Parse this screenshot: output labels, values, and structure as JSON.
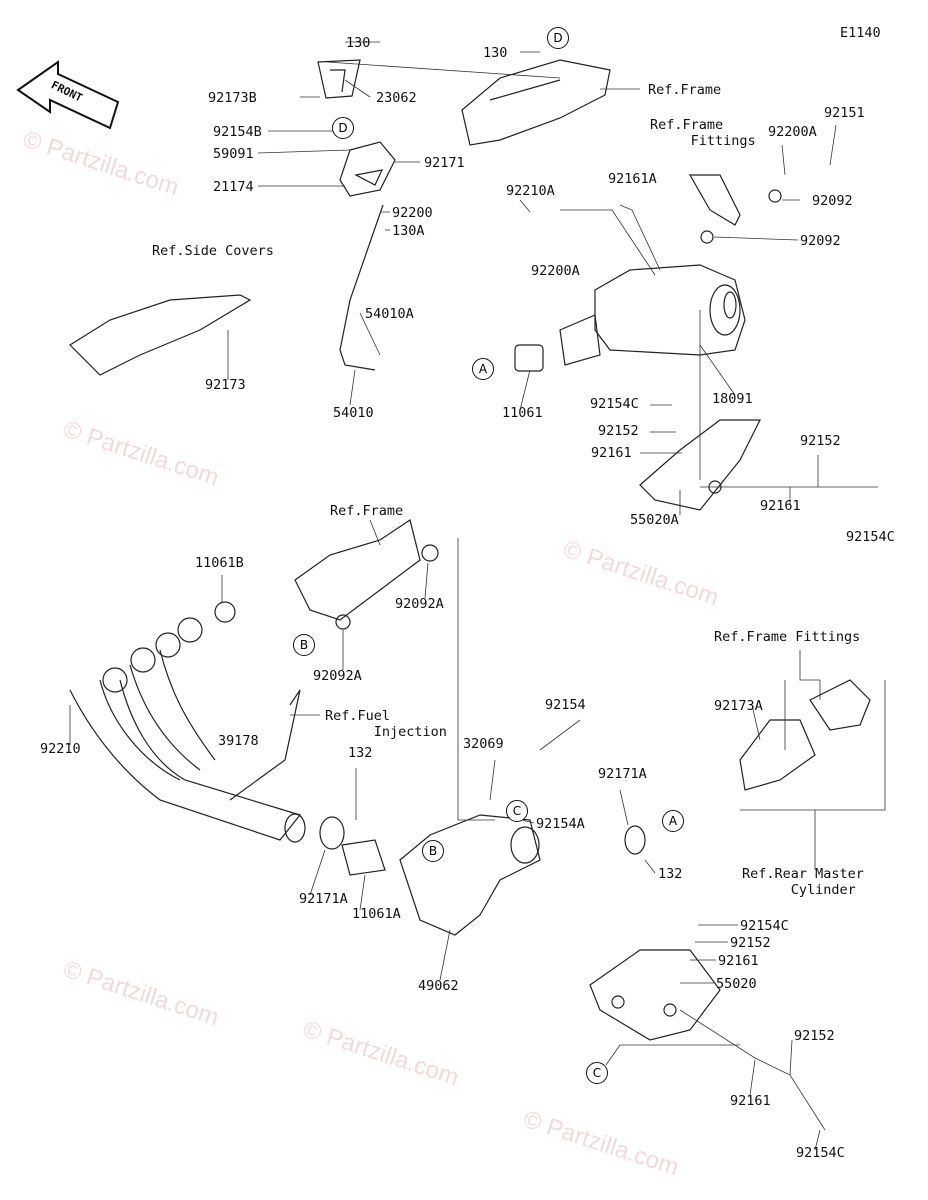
{
  "diagram_code": "E1140",
  "watermark": "© Partzilla.com",
  "front_logo": "FRONT",
  "labels": [
    "130",
    "130",
    "92173B",
    "23062",
    "Ref.Frame",
    "92154B",
    "59091",
    "92171",
    "21174",
    "92200",
    "130A",
    "Ref.Frame\n     Fittings",
    "92200A",
    "92151",
    "92161A",
    "92210A",
    "92092",
    "92092",
    "92200A",
    "Ref.Side Covers",
    "54010A",
    "54010",
    "92173",
    "11061",
    "18091",
    "92154C",
    "92152",
    "92161",
    "92152",
    "92161",
    "92154C",
    "55020A",
    "Ref.Frame",
    "11061B",
    "92092A",
    "92092A",
    "92210",
    "Ref.Fuel\n      Injection",
    "39178",
    "132",
    "32069",
    "92154",
    "92154A",
    "92171A",
    "132",
    "92171A",
    "11061A",
    "49062",
    "Ref.Frame Fittings",
    "92173A",
    "Ref.Rear Master\n      Cylinder",
    "92154C",
    "92152",
    "92161",
    "55020",
    "92152",
    "92161",
    "92154C"
  ],
  "callouts": [
    "D",
    "D",
    "A",
    "B",
    "B",
    "C",
    "A",
    "C"
  ]
}
